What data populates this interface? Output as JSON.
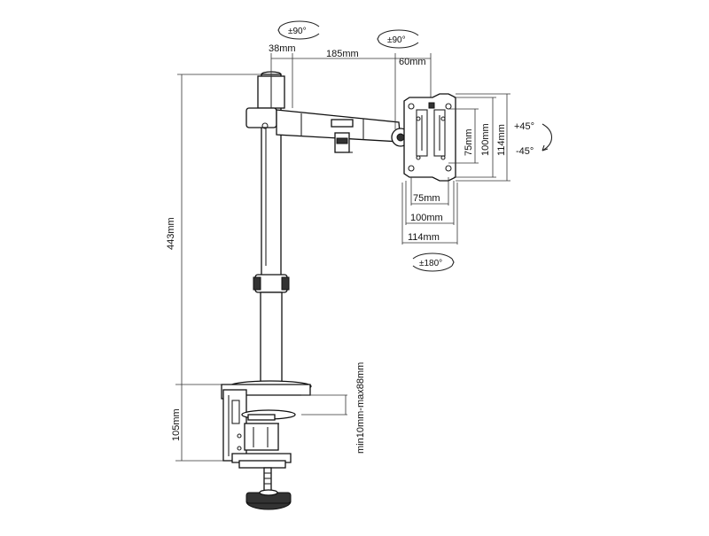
{
  "labels": {
    "rot_arm": "±90°",
    "rot_head": "±90°",
    "rot_plate": "±180°",
    "tilt_up": "+45°",
    "tilt_down": "-45°",
    "d38": "38mm",
    "d185": "185mm",
    "d60": "60mm",
    "d443": "443mm",
    "d105": "105mm",
    "clamp": "min10mm-max88mm",
    "v75": "75mm",
    "v100": "100mm",
    "v114": "114mm",
    "h75": "75mm",
    "h100": "100mm",
    "h114": "114mm"
  }
}
